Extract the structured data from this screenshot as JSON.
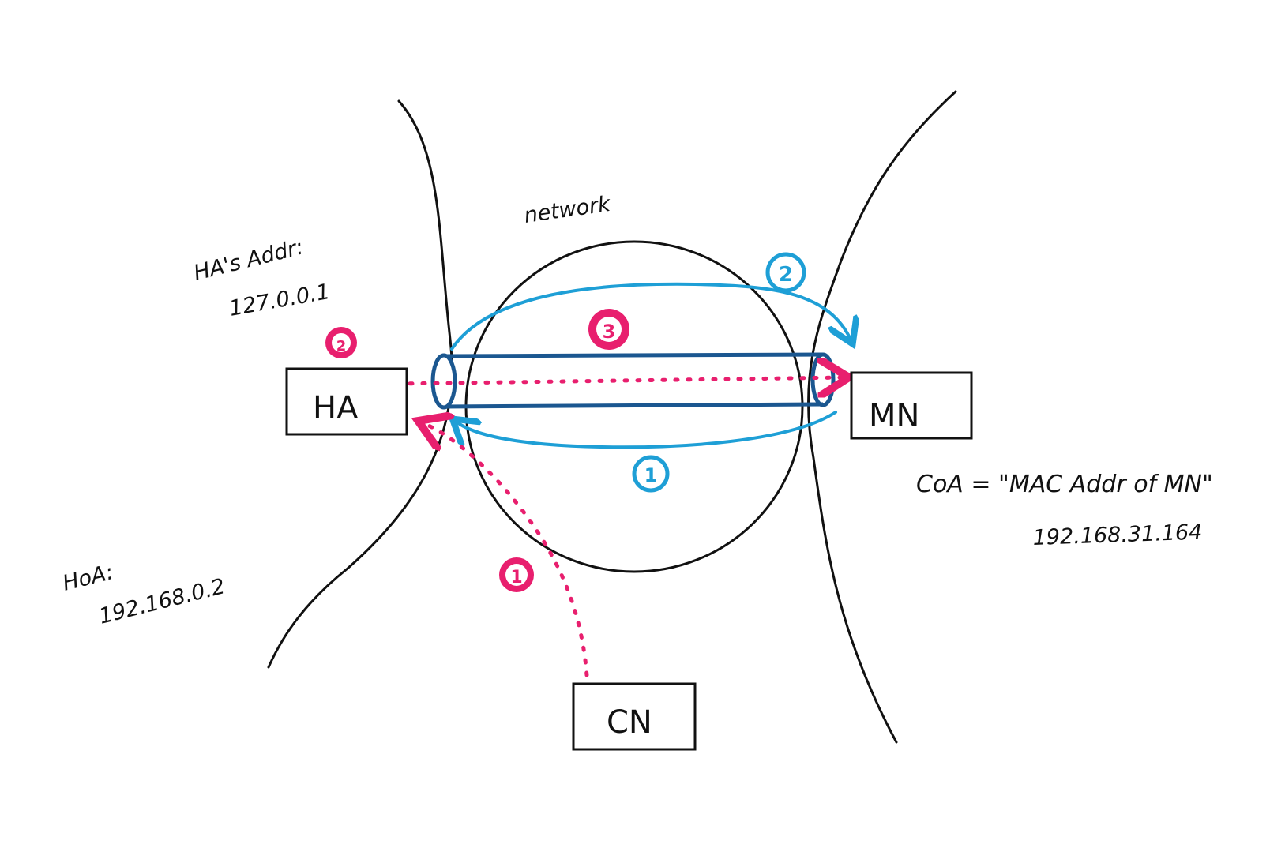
{
  "labels": {
    "network": "network",
    "ha_addr_title": "HA's Addr:",
    "ha_addr_value": "127.0.0.1",
    "hoa_title": "HoA:",
    "hoa_value": "192.168.0.2",
    "coa": "CoA = \"MAC Addr of MN\"",
    "mn_ip": "192.168.31.164"
  },
  "nodes": {
    "ha": "HA",
    "mn": "MN",
    "cn": "CN"
  },
  "badges": {
    "pink_step_1": "1",
    "pink_step_2": "2",
    "pink_step_3": "3",
    "blue_step_1": "1",
    "blue_step_2": "2"
  },
  "colors": {
    "pink": "#e81f6e",
    "light_blue": "#1e9fd6",
    "tunnel_blue": "#1b5790",
    "ink": "#111111"
  }
}
